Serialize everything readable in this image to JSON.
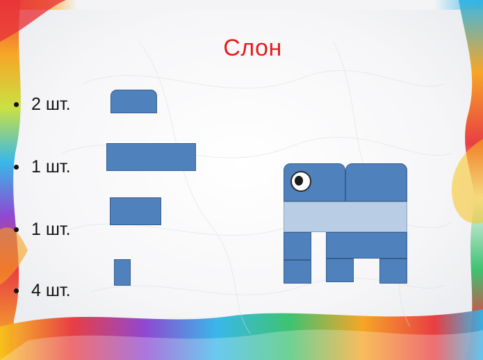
{
  "slide": {
    "title": "Слон",
    "items": [
      {
        "label": "2 шт."
      },
      {
        "label": "1 шт."
      },
      {
        "label": "1 шт."
      },
      {
        "label": "4 шт."
      }
    ]
  },
  "colors": {
    "title": "#e51d1d",
    "block": "#4f81bd",
    "block_border": "#385d8a",
    "block_light": "#b9cde5"
  }
}
